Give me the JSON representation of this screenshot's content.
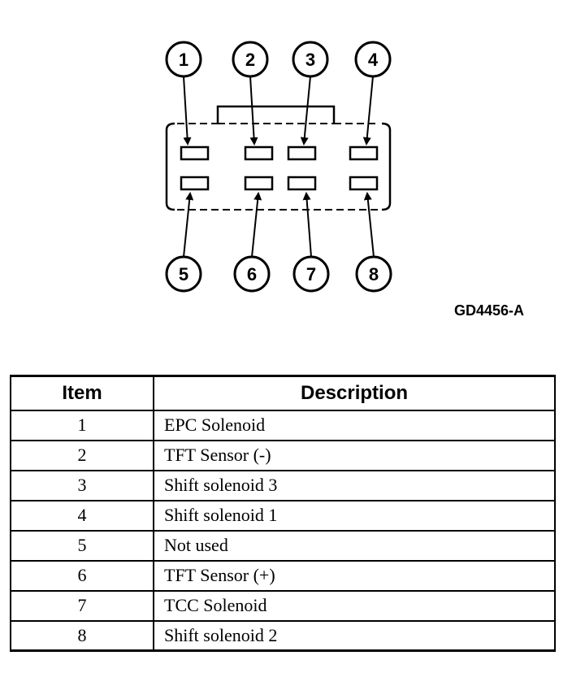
{
  "figure": {
    "code": "GD4456-A",
    "callouts": [
      "1",
      "2",
      "3",
      "4",
      "5",
      "6",
      "7",
      "8"
    ]
  },
  "table": {
    "headers": {
      "item": "Item",
      "description": "Description"
    },
    "rows": [
      {
        "item": "1",
        "description": "EPC Solenoid"
      },
      {
        "item": "2",
        "description": "TFT Sensor (-)"
      },
      {
        "item": "3",
        "description": "Shift solenoid 3"
      },
      {
        "item": "4",
        "description": "Shift solenoid 1"
      },
      {
        "item": "5",
        "description": "Not used"
      },
      {
        "item": "6",
        "description": "TFT Sensor (+)"
      },
      {
        "item": "7",
        "description": "TCC Solenoid"
      },
      {
        "item": "8",
        "description": "Shift solenoid 2"
      }
    ]
  }
}
